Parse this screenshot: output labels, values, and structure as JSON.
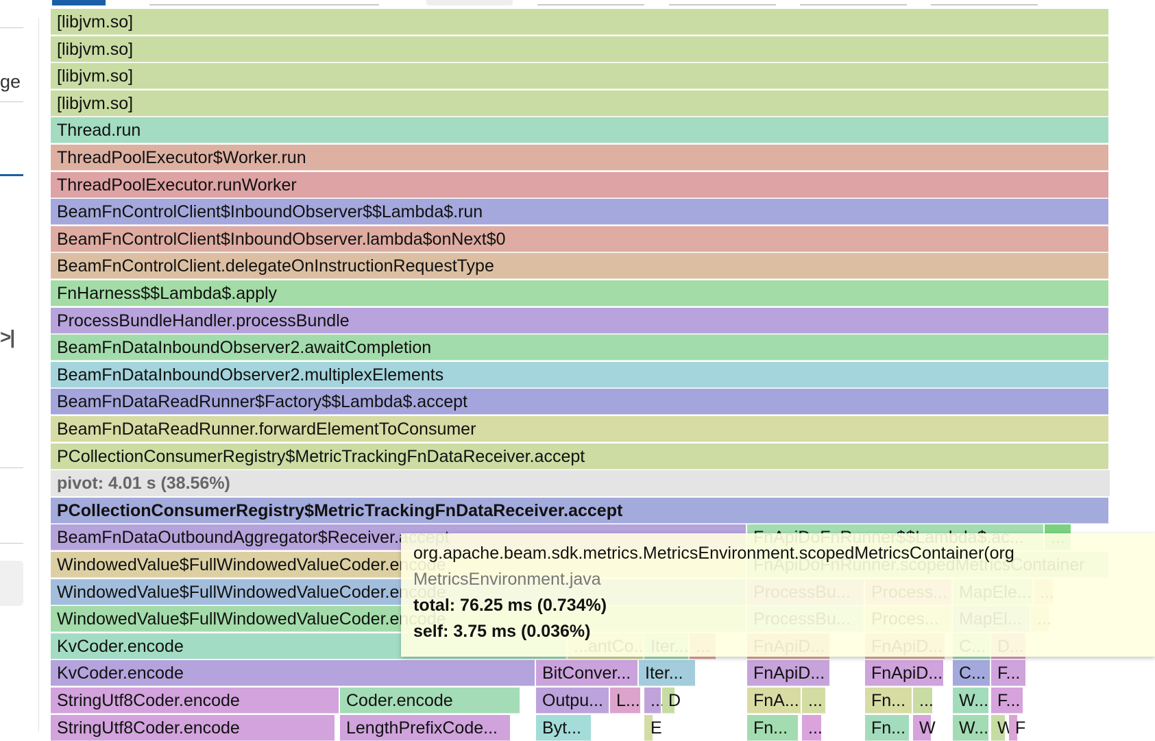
{
  "sidebar": {
    "partial_text": "ge",
    "collapse_icon_glyph": ">|"
  },
  "flamegraph": {
    "full_rows": [
      {
        "label": "[libjvm.so]",
        "color": "#c9dca3"
      },
      {
        "label": "[libjvm.so]",
        "color": "#c9dca3"
      },
      {
        "label": "[libjvm.so]",
        "color": "#c9dca3"
      },
      {
        "label": "[libjvm.so]",
        "color": "#c9dca3"
      },
      {
        "label": "Thread.run",
        "color": "#a3dcc1"
      },
      {
        "label": "ThreadPoolExecutor$Worker.run",
        "color": "#deb0a2"
      },
      {
        "label": "ThreadPoolExecutor.runWorker",
        "color": "#dea3a4"
      },
      {
        "label": "BeamFnControlClient$InboundObserver$$Lambda$.run",
        "color": "#a4a8dc"
      },
      {
        "label": "BeamFnControlClient$InboundObserver.lambda$onNext$0",
        "color": "#deaca2"
      },
      {
        "label": "BeamFnControlClient.delegateOnInstructionRequestType",
        "color": "#dcbfa2"
      },
      {
        "label": "FnHarness$$Lambda$.apply",
        "color": "#a3dca6"
      },
      {
        "label": "ProcessBundleHandler.processBundle",
        "color": "#b8a3dc"
      },
      {
        "label": "BeamFnDataInboundObserver2.awaitCompletion",
        "color": "#a3dcac"
      },
      {
        "label": "BeamFnDataInboundObserver2.multiplexElements",
        "color": "#a4d4dc"
      },
      {
        "label": "BeamFnDataReadRunner$Factory$$Lambda$.accept",
        "color": "#a3a5dc"
      },
      {
        "label": "BeamFnDataReadRunner.forwardElementToConsumer",
        "color": "#d6dca3"
      },
      {
        "label": "PCollectionConsumerRegistry$MetricTrackingFnDataReceiver.accept",
        "color": "#ccdca3"
      }
    ],
    "pivot_text": "pivot: 4.01 s (38.56%)",
    "pivot_frame": {
      "label": "PCollectionConsumerRegistry$MetricTrackingFnDataReceiver.accept",
      "color": "#a3aadc"
    },
    "sub_rows": [
      [
        {
          "label": "BeamFnDataOutboundAggregator$Receiver.accept",
          "color": "#b5a3dc"
        },
        {
          "label": "FnApiDoFnRunner$$Lambda$.ac...",
          "color": "#a3dcb0"
        },
        {
          "label": "...",
          "color": "#7ad27f"
        }
      ],
      [
        {
          "label": "WindowedValue$FullWindowedValueCoder.encode",
          "color": "#dcd0a3"
        },
        {
          "label": "FnApiDoFnRunner.scopedMetricsContainer",
          "color": "#a3dcb0"
        }
      ],
      [
        {
          "label": "WindowedValue$FullWindowedValueCoder.encode",
          "color": "#a3bedc"
        },
        {
          "label": "ProcessBu...",
          "color": "#c0a3dc"
        },
        {
          "label": "Process...",
          "color": "#dca3d2"
        },
        {
          "label": "MapEle...",
          "color": "#a3dcb6"
        },
        {
          "label": "...",
          "color": "#dcc5a3"
        }
      ],
      [
        {
          "label": "WindowedValue$FullWindowedValueCoder.encode",
          "color": "#a3dcaa"
        },
        {
          "label": "ProcessBu...",
          "color": "#a3dcc8"
        },
        {
          "label": "Proces...",
          "color": "#c6dca3"
        },
        {
          "label": "MapEl...",
          "color": "#a3c9dc"
        },
        {
          "label": "...",
          "color": "#dcdca3"
        }
      ],
      [
        {
          "label": "KvCoder.encode",
          "color": "#a3dcc4"
        },
        {
          "label": "...antCo...",
          "color": "#d2dca3"
        },
        {
          "label": "Iter...",
          "color": "#a3dcbc"
        },
        {
          "label": "...",
          "color": "#dca6a3"
        },
        {
          "label": "FnApiD...",
          "color": "#dcaea3"
        },
        {
          "label": "FnApiD...",
          "color": "#dcb2a3"
        },
        {
          "label": "C...",
          "color": "#a3dcc2"
        },
        {
          "label": "D...",
          "color": "#dca3cc"
        }
      ],
      [
        {
          "label": "KvCoder.encode",
          "color": "#b4a3dc"
        },
        {
          "label": "BitConver...",
          "color": "#cba3dc"
        },
        {
          "label": "Iter...",
          "color": "#a3ccdc"
        },
        {
          "label": "FnApiD...",
          "color": "#c7a3dc"
        },
        {
          "label": "FnApiD...",
          "color": "#cfa3dc"
        },
        {
          "label": "C...",
          "color": "#a3a9dc"
        },
        {
          "label": "F...",
          "color": "#cfa3dc"
        }
      ],
      [
        {
          "label": "StringUtf8Coder.encode",
          "color": "#d2a3dc"
        },
        {
          "label": "Coder.encode",
          "color": "#a3dcb6"
        },
        {
          "label": "Outpu...",
          "color": "#bca3dc"
        },
        {
          "label": "L...",
          "color": "#dca3cc"
        },
        {
          "label": "...",
          "color": "#c1a3dc"
        },
        {
          "label": "D",
          "color": "#c6dca3"
        },
        {
          "label": "FnA...",
          "color": "#d8dca3"
        },
        {
          "label": "...",
          "color": "#d3dca3"
        },
        {
          "label": "Fn...",
          "color": "#d7dca3"
        },
        {
          "label": "...",
          "color": "#c9dca3"
        },
        {
          "label": "W...",
          "color": "#a3dcbc"
        },
        {
          "label": "F...",
          "color": "#d6a3dc"
        }
      ],
      [
        {
          "label": "StringUtf8Coder.encode",
          "color": "#d2a3dc"
        },
        {
          "label": "LengthPrefixCode...",
          "color": "#d0a3dc"
        },
        {
          "label": "Byt...",
          "color": "#a3dcd8"
        },
        {
          "label": "E",
          "color": "#d3dca3"
        },
        {
          "label": "Fn...",
          "color": "#a3dcb0"
        },
        {
          "label": "...",
          "color": "#daa3dc"
        },
        {
          "label": "Fn...",
          "color": "#a3dcbc"
        },
        {
          "label": "W",
          "color": "#d6a3dc"
        },
        {
          "label": "W...",
          "color": "#a3dcb4"
        },
        {
          "label": "W",
          "color": "#c6dca3"
        },
        {
          "label": "F",
          "color": "#dca3d6"
        }
      ]
    ]
  },
  "tooltip": {
    "title": "org.apache.beam.sdk.metrics.MetricsEnvironment.scopedMetricsContainer(org",
    "file": "MetricsEnvironment.java",
    "total": "total: 76.25 ms (0.734%)",
    "self": "self: 3.75 ms (0.036%)"
  }
}
